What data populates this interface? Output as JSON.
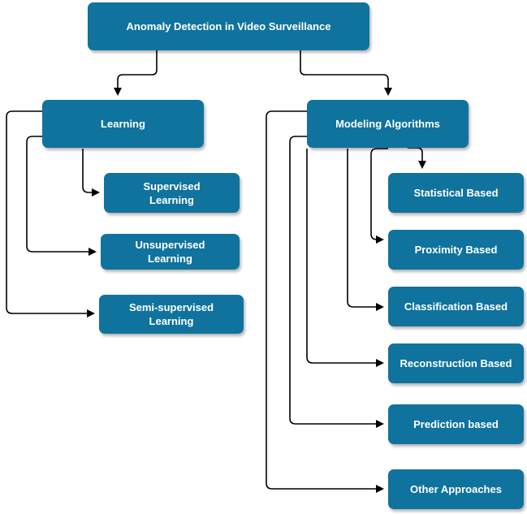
{
  "diagram": {
    "root": {
      "label": "Anomaly Detection in Video Surveillance"
    },
    "learning": {
      "label": "Learning",
      "children": [
        {
          "label": "Supervised\nLearning"
        },
        {
          "label": "Unsupervised\nLearning"
        },
        {
          "label": "Semi-supervised\nLearning"
        }
      ]
    },
    "modeling": {
      "label": "Modeling Algorithms",
      "children": [
        {
          "label": "Statistical Based"
        },
        {
          "label": "Proximity Based"
        },
        {
          "label": "Classification Based"
        },
        {
          "label": "Reconstruction Based"
        },
        {
          "label": "Prediction based"
        },
        {
          "label": "Other Approaches"
        }
      ]
    }
  },
  "colors": {
    "node_fill": "#10739e",
    "node_text": "#ffffff",
    "connector": "#000000"
  }
}
